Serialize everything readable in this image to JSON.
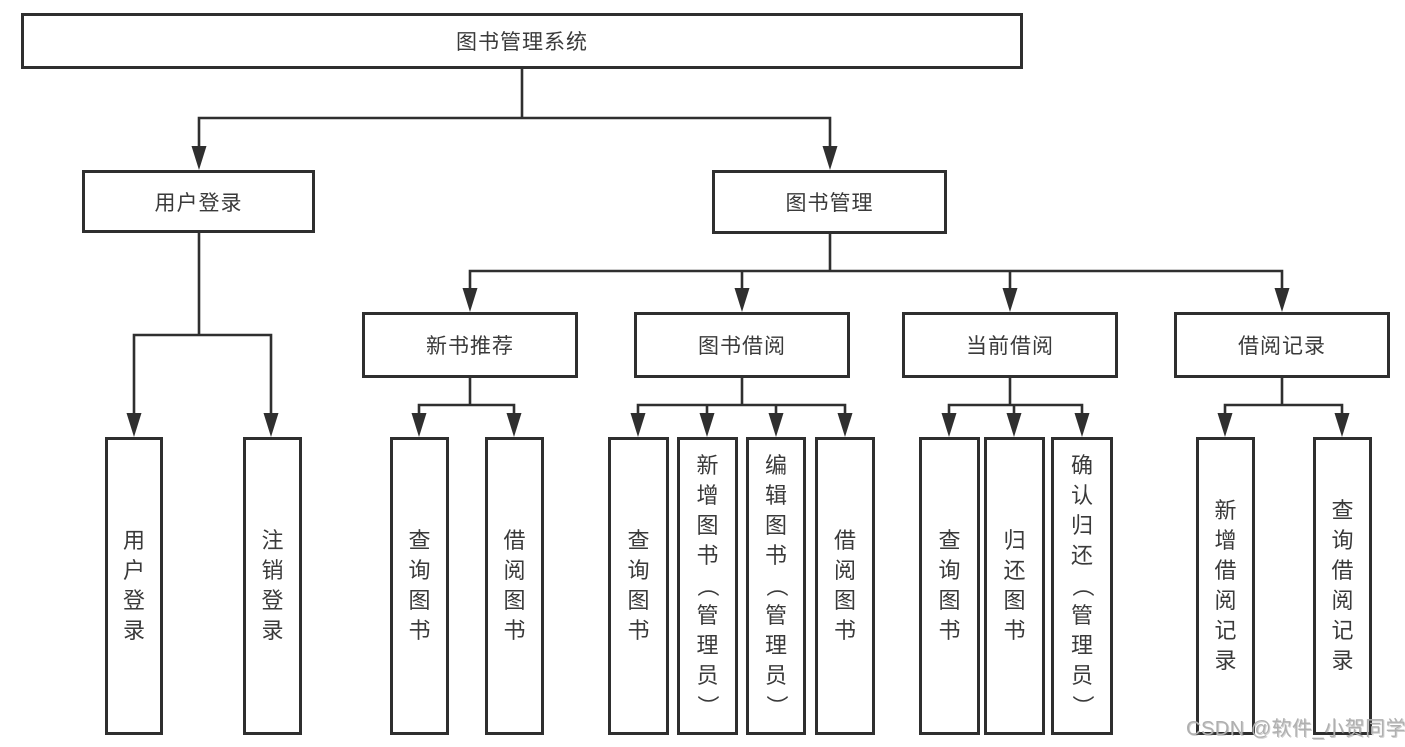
{
  "tree": {
    "label": "图书管理系统",
    "children": [
      {
        "label": "用户登录",
        "children": [
          {
            "label": "用户登录"
          },
          {
            "label": "注销登录"
          }
        ]
      },
      {
        "label": "图书管理",
        "children": [
          {
            "label": "新书推荐",
            "children": [
              {
                "label": "查询图书"
              },
              {
                "label": "借阅图书"
              }
            ]
          },
          {
            "label": "图书借阅",
            "children": [
              {
                "label": "查询图书"
              },
              {
                "label": "新增图书（管理员）"
              },
              {
                "label": "编辑图书（管理员）"
              },
              {
                "label": "借阅图书"
              }
            ]
          },
          {
            "label": "当前借阅",
            "children": [
              {
                "label": "查询图书"
              },
              {
                "label": "归还图书"
              },
              {
                "label": "确认归还（管理员）"
              }
            ]
          },
          {
            "label": "借阅记录",
            "children": [
              {
                "label": "新增借阅记录"
              },
              {
                "label": "查询借阅记录"
              }
            ]
          }
        ]
      }
    ]
  },
  "watermark": {
    "text": "CSDN @软件_小贺同学"
  },
  "colors": {
    "line": "#2f2f2f",
    "text": "#3a3a3a",
    "watermark": "#b0b0b0",
    "background": "#ffffff"
  }
}
